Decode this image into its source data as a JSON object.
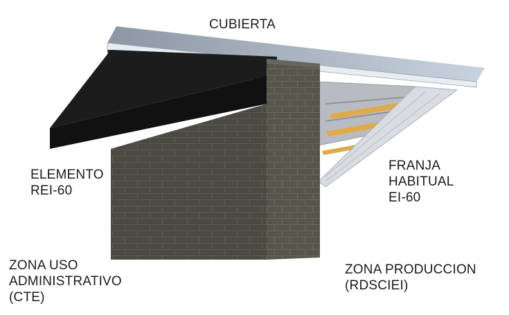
{
  "labels": {
    "cubierta": "CUBIERTA",
    "elemento": [
      "ELEMENTO",
      "REI-60"
    ],
    "franja": [
      "FRANJA",
      "HABITUAL",
      "EI-60"
    ],
    "zona_uso": [
      "ZONA USO",
      "ADMINISTRATIVO",
      "(CTE)"
    ],
    "zona_produccion": [
      "ZONA PRODUCCION",
      "(RDSCIEI)"
    ]
  },
  "colors": {
    "roof_top": "#c9d3e0",
    "roof_edge": "#e8edf3",
    "roof_underside": "#141414",
    "block_wall": "#4a4a42",
    "panel": "#d9dde3",
    "insulation": "#e0a94a",
    "steel": "#b8bcc2"
  }
}
